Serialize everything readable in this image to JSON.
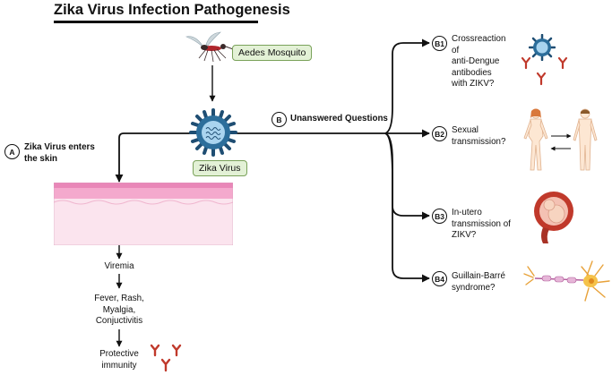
{
  "title": "Zika Virus Infection Pathogenesis",
  "mosquito_label": "Aedes Mosquito",
  "virus_label": "Zika Virus",
  "section_a": {
    "marker": "A",
    "text": "Zika Virus enters the skin"
  },
  "section_b": {
    "marker": "B",
    "text": "Unanswered Questions"
  },
  "left_flow": {
    "viremia": "Viremia",
    "symptoms": [
      "Fever, Rash,",
      "Myalgia,",
      "Conjuctivitis"
    ],
    "immunity": [
      "Protective",
      "immunity"
    ]
  },
  "questions": [
    {
      "marker": "B1",
      "lines": [
        "Crossreaction",
        "of",
        "anti-Dengue",
        "antibodies",
        "with ZIKV?"
      ]
    },
    {
      "marker": "B2",
      "lines": [
        "Sexual",
        "transmission?"
      ]
    },
    {
      "marker": "B3",
      "lines": [
        "In-utero",
        "transmission of",
        "ZIKV?"
      ]
    },
    {
      "marker": "B4",
      "lines": [
        "Guillain-Barré",
        "syndrome?"
      ]
    }
  ],
  "colors": {
    "virus_blue": "#2c6e9b",
    "label_green_bg": "#e3f1d6",
    "antibody_red": "#c0392b",
    "skin_pink": "#f7c6da",
    "skin_top": "#e987b8"
  },
  "icons": [
    "mosquito-icon",
    "zika-virus-icon",
    "skin-layer-icon",
    "antibody-icon",
    "human-figure-icon",
    "uterus-fetus-icon",
    "neuron-icon"
  ]
}
